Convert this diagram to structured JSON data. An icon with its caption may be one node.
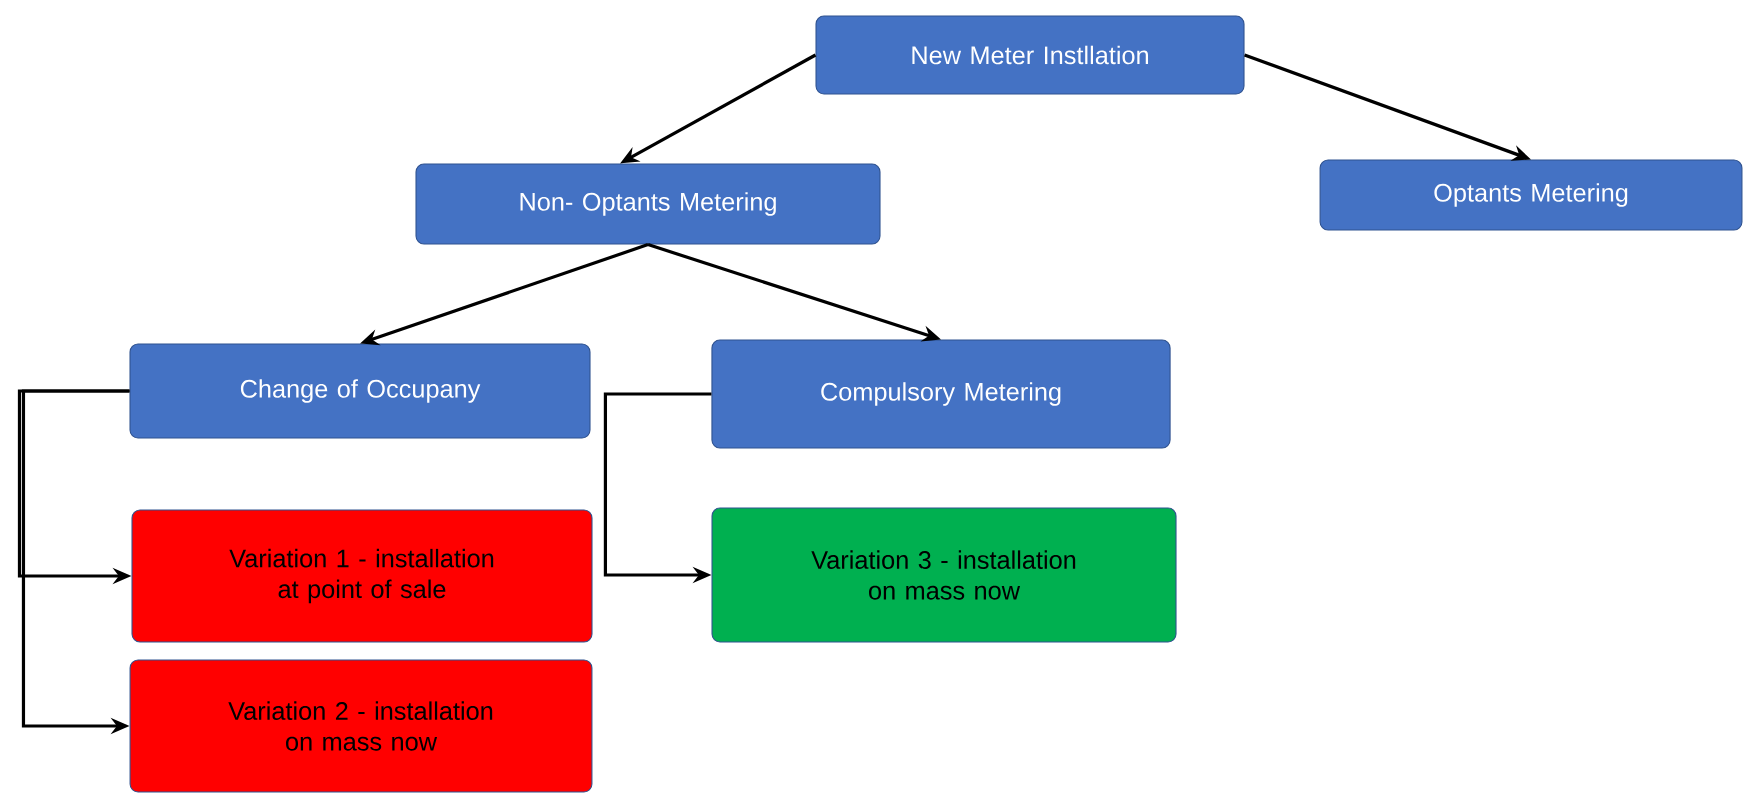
{
  "diagram": {
    "nodes": [
      {
        "text": [
          "New Meter Instllation"
        ]
      },
      {
        "text": [
          "Non- Optants Metering"
        ]
      },
      {
        "text": [
          "Optants Metering"
        ]
      },
      {
        "text": [
          "Change of Occupany"
        ]
      },
      {
        "text": [
          "Compulsory Metering"
        ]
      },
      {
        "text": [
          "Variation 1 - installation at point of sale"
        ]
      },
      {
        "text": [
          "Variation 2 - installation on mass now"
        ]
      },
      {
        "text": [
          "Variation 3 - installation on mass now"
        ]
      }
    ],
    "edges": [
      {
        "from": 0,
        "to": 1,
        "arrow": "to"
      },
      {
        "from": 0,
        "to": 2,
        "arrow": "to"
      },
      {
        "from": 1,
        "to": 3,
        "arrow": "to"
      },
      {
        "from": 1,
        "to": 4,
        "arrow": "to"
      },
      {
        "from": 3,
        "to": 5,
        "arrow": "to"
      },
      {
        "from": 3,
        "to": 6,
        "arrow": "to"
      },
      {
        "from": 4,
        "to": 7,
        "arrow": "to"
      }
    ]
  }
}
